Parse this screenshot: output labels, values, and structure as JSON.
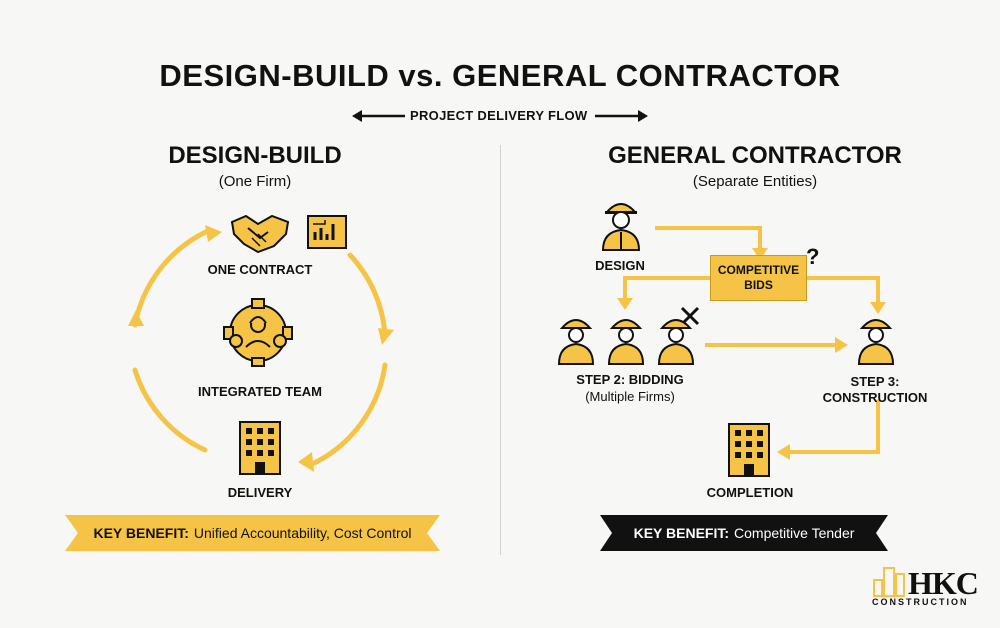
{
  "title": "DESIGN-BUILD vs. GENERAL CONTRACTOR",
  "subtitle": "PROJECT DELIVERY FLOW",
  "left": {
    "heading": "DESIGN-BUILD",
    "subheading": "(One Firm)",
    "labels": {
      "contract": "ONE CONTRACT",
      "team": "INTEGRATED TEAM",
      "delivery": "DELIVERY"
    },
    "benefit_key": "KEY BENEFIT:",
    "benefit_text": "Unified Accountability, Cost Control"
  },
  "right": {
    "heading": "GENERAL CONTRACTOR",
    "subheading": "(Separate Entities)",
    "design": "DESIGN",
    "bids_line1": "COMPETITIVE",
    "bids_line2": "BIDS",
    "question": "?",
    "step2": "STEP 2: BIDDING",
    "step2_sub": "(Multiple Firms)",
    "step3_line1": "STEP 3:",
    "step3_line2": "CONSTRUCTION",
    "completion": "COMPLETION",
    "benefit_key": "KEY BENEFIT:",
    "benefit_text": "Competitive Tender"
  },
  "logo": {
    "name": "HKC",
    "tagline": "CONSTRUCTION"
  },
  "colors": {
    "accent": "#f5c447",
    "accent_dark": "#c99a1c",
    "ink": "#111111"
  }
}
